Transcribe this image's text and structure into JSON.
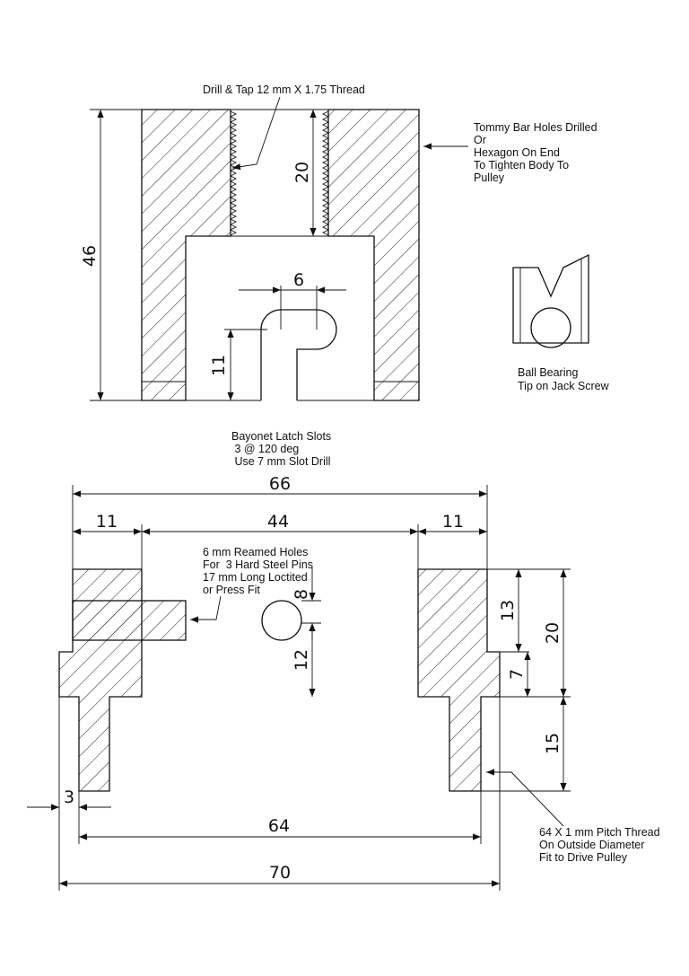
{
  "top_view": {
    "thread_note": "Drill & Tap 12 mm X 1.75 Thread",
    "dim_height": "46",
    "dim_thread_depth": "20",
    "dim_slot_width": "6",
    "dim_slot_depth": "11"
  },
  "tommy_bar_note": [
    "Tommy Bar Holes Drilled",
    "Or",
    "Hexagon On End",
    "To Tighten Body To",
    "Pulley"
  ],
  "ball_bearing_note": [
    "Ball Bearing",
    "Tip on Jack Screw"
  ],
  "bayonet_note": [
    "Bayonet Latch Slots",
    " 3 @ 120 deg",
    " Use 7 mm Slot Drill"
  ],
  "section_view": {
    "dim_overall_top": "66",
    "dim_left_wall": "11",
    "dim_bore": "44",
    "dim_right_wall": "11",
    "dim_hole_dia": "8",
    "dim_hole_height": "12",
    "dim_flange": "13",
    "dim_flange_total": "20",
    "dim_step": "7",
    "dim_spigot": "15",
    "dim_lip": "3",
    "dim_thread_dia": "64",
    "dim_overall": "70"
  },
  "pins_note": [
    "6 mm Reamed Holes",
    "For  3 Hard Steel Pins",
    "17 mm Long Loctited",
    "or Press Fit"
  ],
  "thread_fit_note": [
    "64 X 1 mm Pitch Thread",
    "On Outside Diameter",
    "Fit to Drive Pulley"
  ]
}
